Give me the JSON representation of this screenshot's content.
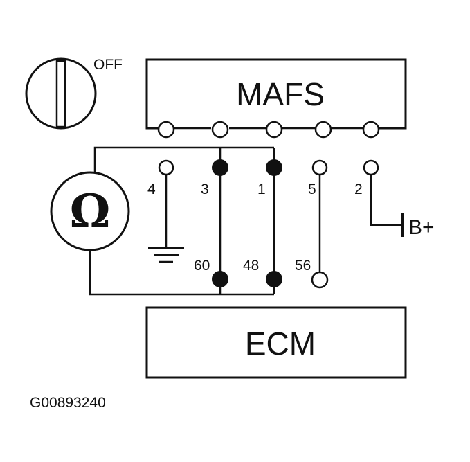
{
  "switch": {
    "label": "OFF"
  },
  "mafs": {
    "label": "MAFS"
  },
  "ecm": {
    "label": "ECM"
  },
  "meter": {
    "symbol": "Ω"
  },
  "battery": {
    "label": "B+"
  },
  "mafs_pins": [
    "4",
    "3",
    "1",
    "5",
    "2"
  ],
  "ecm_pins": [
    "60",
    "48",
    "56"
  ],
  "figure_code": "G00893240"
}
